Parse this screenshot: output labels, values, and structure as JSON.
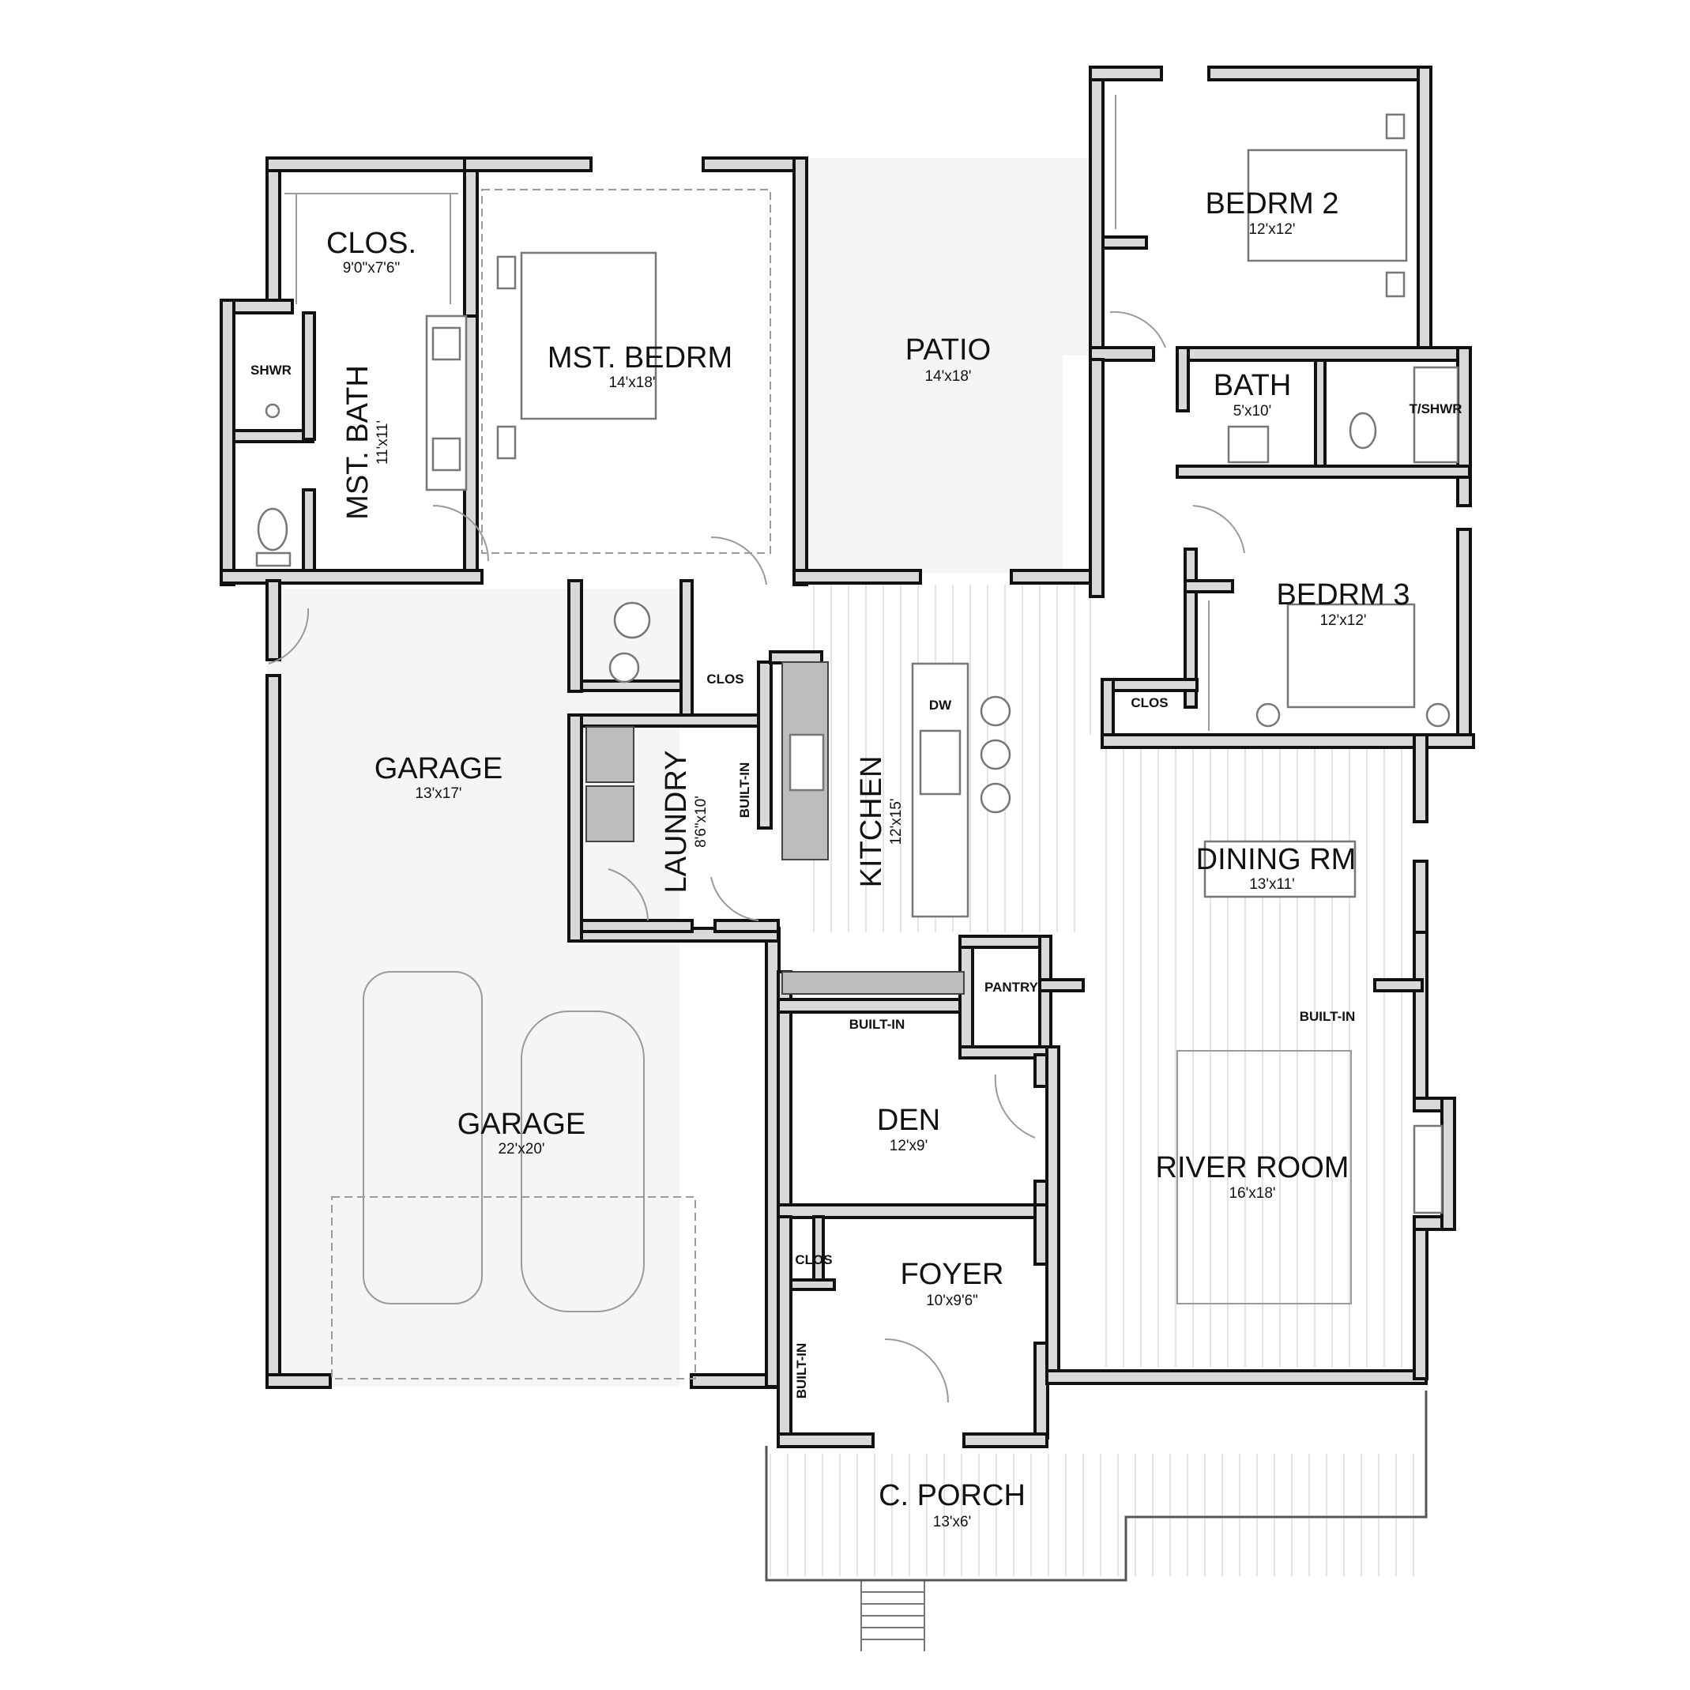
{
  "rooms": {
    "closet_master": {
      "name": "CLOS.",
      "dim": "9'0\"x7'6\""
    },
    "master_bath": {
      "name": "MST. BATH",
      "dim": "11'x11'"
    },
    "shower": {
      "name": "SHWR"
    },
    "master_bedroom": {
      "name": "MST. BEDRM",
      "dim": "14'x18'"
    },
    "patio": {
      "name": "PATIO",
      "dim": "14'x18'"
    },
    "bedroom2": {
      "name": "BEDRM 2",
      "dim": "12'x12'"
    },
    "bath": {
      "name": "BATH",
      "dim": "5'x10'"
    },
    "tub_shower": {
      "name": "T/SHWR"
    },
    "bedroom3": {
      "name": "BEDRM 3",
      "dim": "12'x12'"
    },
    "closet_b3": {
      "name": "CLOS"
    },
    "garage_upper": {
      "name": "GARAGE",
      "dim": "13'x17'"
    },
    "garage_lower": {
      "name": "GARAGE",
      "dim": "22'x20'"
    },
    "laundry": {
      "name": "LAUNDRY",
      "dim": "8'6\"x10'"
    },
    "laundry_builtin": {
      "name": "BUILT-IN"
    },
    "closet_laundry": {
      "name": "CLOS"
    },
    "kitchen": {
      "name": "KITCHEN",
      "dim": "12'x15'"
    },
    "dishwasher": {
      "name": "DW"
    },
    "dining": {
      "name": "DINING RM",
      "dim": "13'x11'"
    },
    "pantry": {
      "name": "PANTRY"
    },
    "den_builtin": {
      "name": "BUILT-IN"
    },
    "den": {
      "name": "DEN",
      "dim": "12'x9'"
    },
    "river_builtin": {
      "name": "BUILT-IN"
    },
    "river_room": {
      "name": "RIVER ROOM",
      "dim": "16'x18'"
    },
    "closet_foyer": {
      "name": "CLOS"
    },
    "foyer": {
      "name": "FOYER",
      "dim": "10'x9'6\""
    },
    "foyer_builtin": {
      "name": "BUILT-IN"
    },
    "porch": {
      "name": "C. PORCH",
      "dim": "13'x6'"
    }
  }
}
